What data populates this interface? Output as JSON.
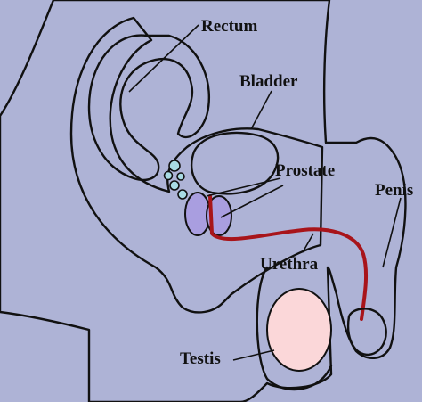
{
  "labels": {
    "rectum": "Rectum",
    "bladder": "Bladder",
    "prostate": "Prostate",
    "penis": "Penis",
    "urethra": "Urethra",
    "testis": "Testis"
  },
  "colors": {
    "background": "#aeb3d6",
    "body": "#ffffff",
    "bladder": "#f7eda9",
    "prostate": "#a99ee0",
    "urethra": "#a8141a",
    "testis": "#fbd7d9",
    "seminal_vesicles": "#a9dbe4",
    "outline": "#111111"
  }
}
